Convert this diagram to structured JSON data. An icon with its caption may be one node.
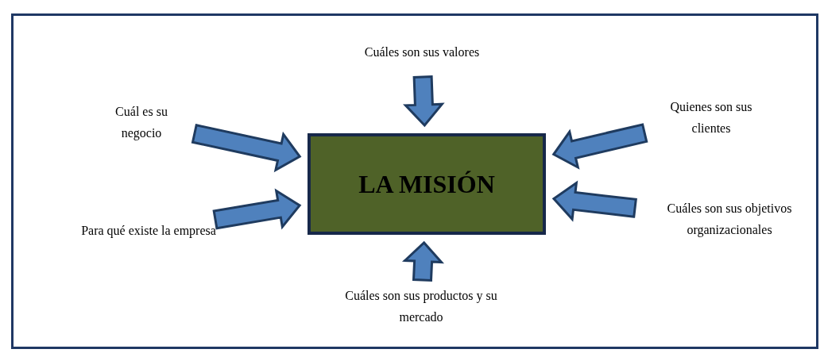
{
  "diagram": {
    "nodes": [
      {
        "text": [
          "LA MISIÓN"
        ]
      },
      {
        "text": [
          "Cuáles son sus valores"
        ]
      },
      {
        "text": [
          "Cuál es su negocio"
        ]
      },
      {
        "text": [
          "Quienes son sus clientes"
        ]
      },
      {
        "text": [
          "Para qué existe la empresa"
        ]
      },
      {
        "text": [
          "Cuáles son sus objetivos organizacionales"
        ]
      },
      {
        "text": [
          "Cuáles son sus productos y su mercado"
        ]
      }
    ],
    "edges": [
      {
        "from": 1,
        "to": 0,
        "arrow": "to"
      },
      {
        "from": 2,
        "to": 0,
        "arrow": "to"
      },
      {
        "from": 3,
        "to": 0,
        "arrow": "to"
      },
      {
        "from": 4,
        "to": 0,
        "arrow": "to"
      },
      {
        "from": 5,
        "to": 0,
        "arrow": "to"
      },
      {
        "from": 6,
        "to": 0,
        "arrow": "to"
      }
    ]
  }
}
